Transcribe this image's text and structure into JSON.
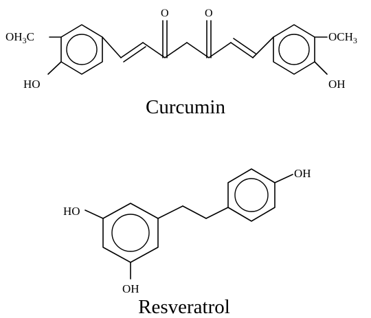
{
  "molecules": [
    {
      "name": "Curcumin",
      "labels": {
        "left_methoxy": "OH3C",
        "left_hydroxyl": "HO",
        "ketone_1": "O",
        "ketone_2": "O",
        "right_methoxy": "OCH3",
        "right_hydroxyl": "OH"
      }
    },
    {
      "name": "Resveratrol",
      "labels": {
        "top_hydroxyl": "OH",
        "left_hydroxyl": "HO",
        "bottom_hydroxyl": "OH"
      }
    }
  ]
}
